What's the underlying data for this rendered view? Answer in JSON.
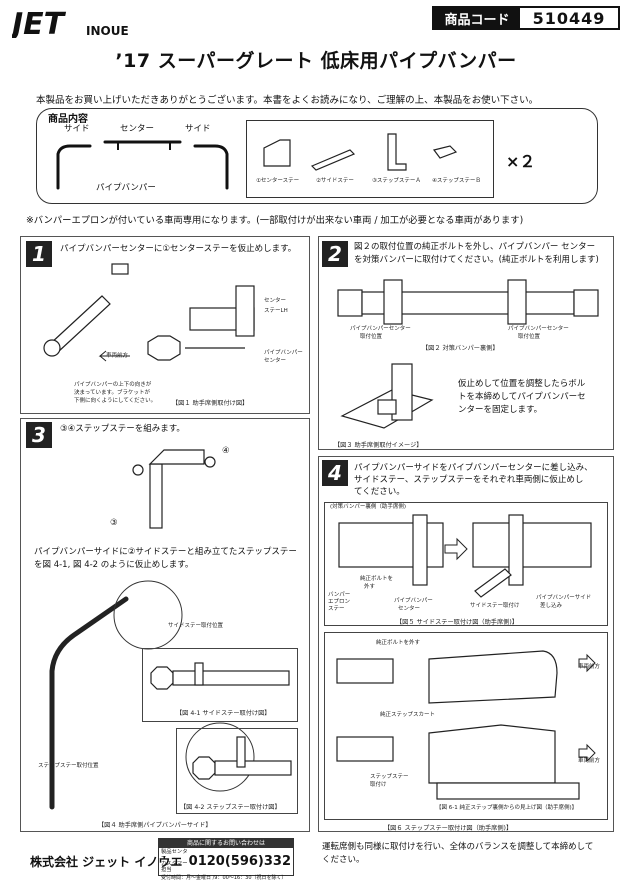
{
  "header": {
    "brand": "JET",
    "brand_sub": "INOUE",
    "code_label": "商品コード",
    "code_value": "510449"
  },
  "title": "’17 スーパーグレート 低床用パイプバンパー",
  "intro": "本製品をお買い上げいただきありがとうございます。本書をよくお読みになり、ご理解の上、本製品をお使い下さい。",
  "contents": {
    "label": "商品内容",
    "side_left": "サイド",
    "center": "センター",
    "side_right": "サイド",
    "bumper_label": "パイプバンパー",
    "parts": [
      {
        "label": "①センターステー"
      },
      {
        "label": "②サイドステー"
      },
      {
        "label": "③ステップステーＡ"
      },
      {
        "label": "④ステップステーＢ"
      }
    ],
    "multiplier": "×２"
  },
  "notice": "※バンパーエプロンが付いている車両専用になります。(一部取付けが出来ない車両 / 加工が必要となる車両があります)",
  "step1": {
    "num": "1",
    "text": "パイプバンパーセンターに①センターステーを仮止めします。",
    "label_center_stay": "センター",
    "label_center_stay2": "ステーLH",
    "label_bumper": "パイプバンパー",
    "label_bumper2": "センター",
    "label_forward": "車両前方",
    "note1": "パイプバンパーの上下の向きが",
    "note2": "決まっています。ブラケットが",
    "note3": "下側に向くようにしてください。",
    "caption": "【図１ 助手席側取付け図】"
  },
  "step2": {
    "num": "2",
    "text1": "図２の取付位置の純正ボルトを外し、パイプバンパー センター",
    "text2": "を対策バンパーに取付けてください。(純正ボルトを利用します)",
    "label_pos_left1": "パイプバンパーセンター",
    "label_pos_left2": "取付位置",
    "label_pos_right1": "パイプバンパーセンター",
    "label_pos_right2": "取付位置",
    "caption2": "【図２ 対策バンパー裏側】",
    "text3": "仮止めして位置を調整したらボル",
    "text4": "トを本締めしてパイプバンパーセ",
    "text5": "ンターを固定します。",
    "caption3": "【図３ 助手席側取付イメージ】"
  },
  "step3": {
    "num": "3",
    "text": "③④ステップステーを組みます。",
    "label_3": "③",
    "label_4": "④",
    "text2": "パイプバンパーサイドに②サイドステーと組み立てたステップステー",
    "text3": "を図 4-1, 図 4-2 のように仮止めします。",
    "label_side_pos": "サイドステー取付位置",
    "label_step_pos": "ステップステー取付位置",
    "caption41": "【図 4-1 サイドステー取付け図】",
    "caption42": "【図 4-2 ステップステー取付け図】",
    "caption4": "【図４ 助手席側パイプバンパーサイド】"
  },
  "step4": {
    "num": "4",
    "text1": "パイプバンパーサイドをパイプバンパーセンターに差し込み、",
    "text2": "サイドステー、ステップステーをそれぞれ車両側に仮止めし",
    "text3": "てください。",
    "label_rear": "(対策バンパー裏側（助手席側)",
    "label_bolt1": "純正ボルトを",
    "label_bolt2": "外す",
    "label_apron1": "バンパー",
    "label_apron2": "エプロン",
    "label_apron3": "ステー",
    "label_center": "パイプバンパー",
    "label_center2": "センター",
    "label_side_install": "サイドステー取付け",
    "label_insert1": "パイプバンパーサイド",
    "label_insert2": "差し込み",
    "caption5": "【図５ サイドステー取付け図（助手席側)】",
    "label_bolt_remove": "純正ボルトを外す",
    "label_forward_a": "車両前方",
    "label_genuine_skirt": "純正ステップスカート",
    "label_forward_b": "車両前方",
    "label_step_install1": "ステップステー",
    "label_step_install2": "取付け",
    "caption61": "【図 6-1 純正ステップ裏側からの見上げ図（助手席側)】",
    "caption6": "【図６ ステップステー取付け図（助手席側)】",
    "final1": "運転席側も同様に取付けを行い、全体のバランスを調整して本締めして",
    "final2": "ください。"
  },
  "footer": {
    "company": "株式会社 ジェット イノウエ",
    "contact_head": "商品に関するお問い合わせは",
    "contact_label1": "製品センター",
    "contact_label2": "カスタマー担当",
    "tel": "0120(596)332",
    "hours": "受付時間：月〜金曜日 /9：00〜16：30（祝日を除く）"
  }
}
